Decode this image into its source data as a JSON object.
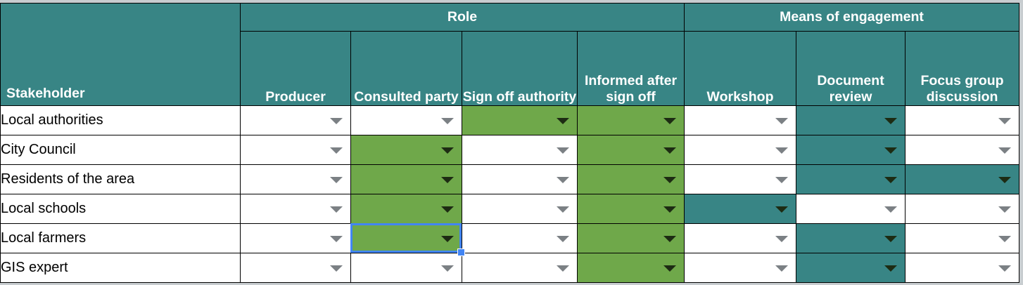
{
  "table": {
    "corner_label": "Stakeholder",
    "groups": [
      {
        "label": "Role",
        "span": 4
      },
      {
        "label": "Means of engagement",
        "span": 3
      }
    ],
    "columns": [
      "Producer",
      "Consulted party",
      "Sign off authority",
      "Informed after sign off",
      "Workshop",
      "Document review",
      "Focus group discussion"
    ],
    "rows": [
      {
        "stakeholder": "Local authorities",
        "cells": [
          "none",
          "none",
          "green",
          "green",
          "none",
          "teal",
          "none"
        ]
      },
      {
        "stakeholder": "City Council",
        "cells": [
          "none",
          "green",
          "none",
          "green",
          "none",
          "teal",
          "none"
        ]
      },
      {
        "stakeholder": "Residents of the area",
        "cells": [
          "none",
          "green",
          "none",
          "green",
          "none",
          "teal",
          "teal"
        ]
      },
      {
        "stakeholder": "Local schools",
        "cells": [
          "none",
          "green",
          "none",
          "green",
          "teal",
          "none",
          "none"
        ]
      },
      {
        "stakeholder": "Local farmers",
        "cells": [
          "none",
          "green",
          "none",
          "green",
          "none",
          "teal",
          "none"
        ]
      },
      {
        "stakeholder": "GIS expert",
        "cells": [
          "none",
          "none",
          "none",
          "green",
          "none",
          "teal",
          "none"
        ]
      }
    ],
    "selected_cell": {
      "row": 4,
      "column": 1
    },
    "dropdown_icon": "chevron-down-icon"
  },
  "colors": {
    "header_teal": "#388585",
    "fill_green": "#6fa84a",
    "fill_teal": "#388585",
    "selection_blue": "#4285f4",
    "gridline": "#000000",
    "cell_white": "#ffffff"
  }
}
